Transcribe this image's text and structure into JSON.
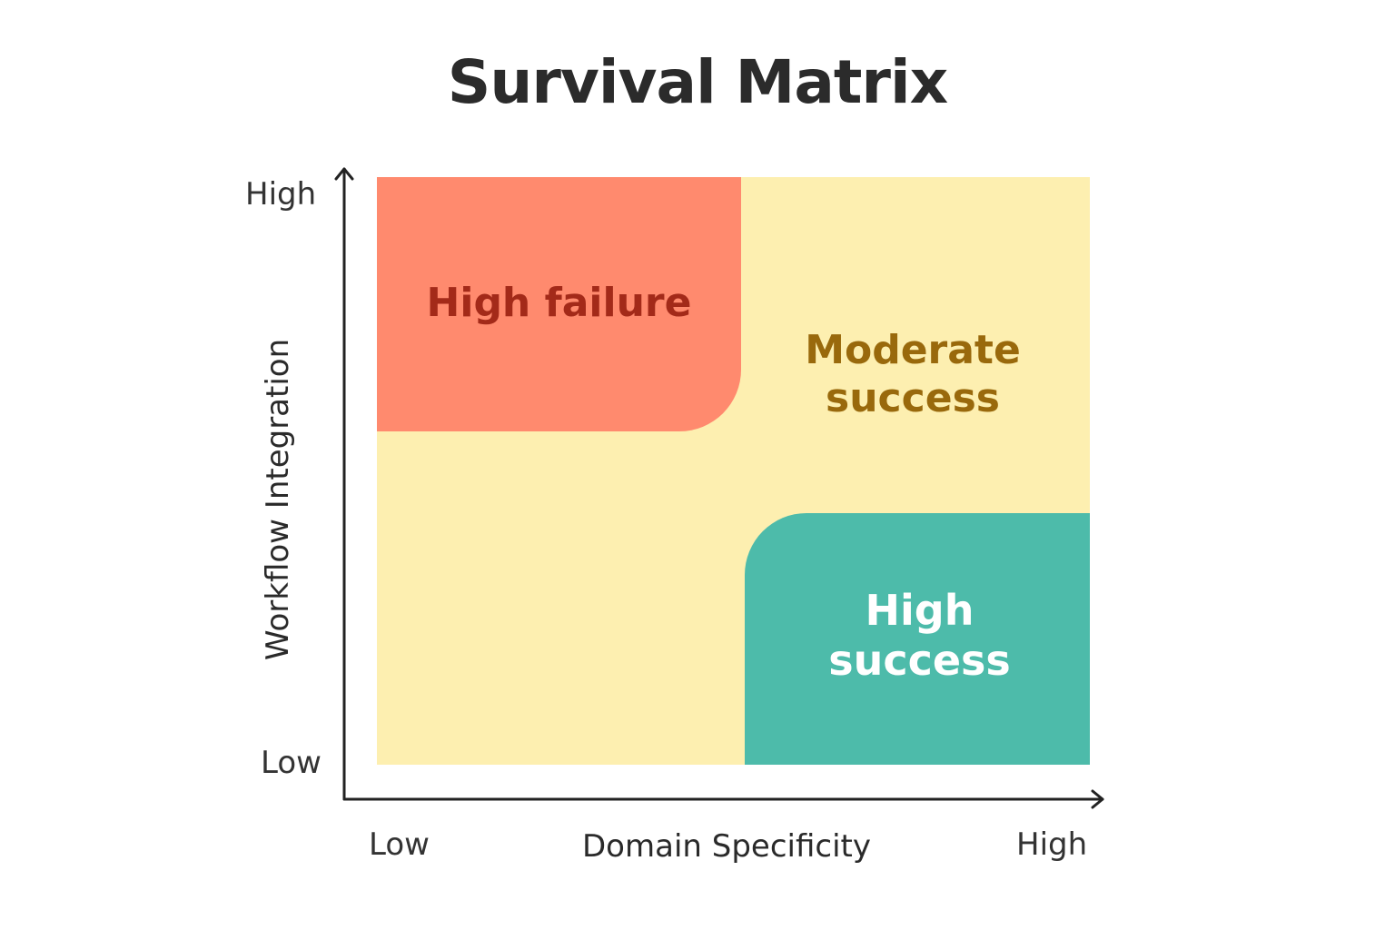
{
  "title": "Survival Matrix",
  "colors": {
    "background": "#FDEFB0",
    "high_failure": "#FF8A6E",
    "high_failure_text": "#A32A19",
    "moderate_text": "#99690C",
    "high_success": "#4DBBAA",
    "high_success_text": "#FFFFFF",
    "axis": "#222222"
  },
  "axes": {
    "x_label": "Domain Specificity",
    "x_low": "Low",
    "x_high": "High",
    "y_label": "Workflow Integration",
    "y_low": "Low",
    "y_high": "High"
  },
  "quadrants": {
    "high_failure": "High failure",
    "moderate_line1": "Moderate",
    "moderate_line2": "success",
    "high_success_line1": "High",
    "high_success_line2": "success"
  }
}
